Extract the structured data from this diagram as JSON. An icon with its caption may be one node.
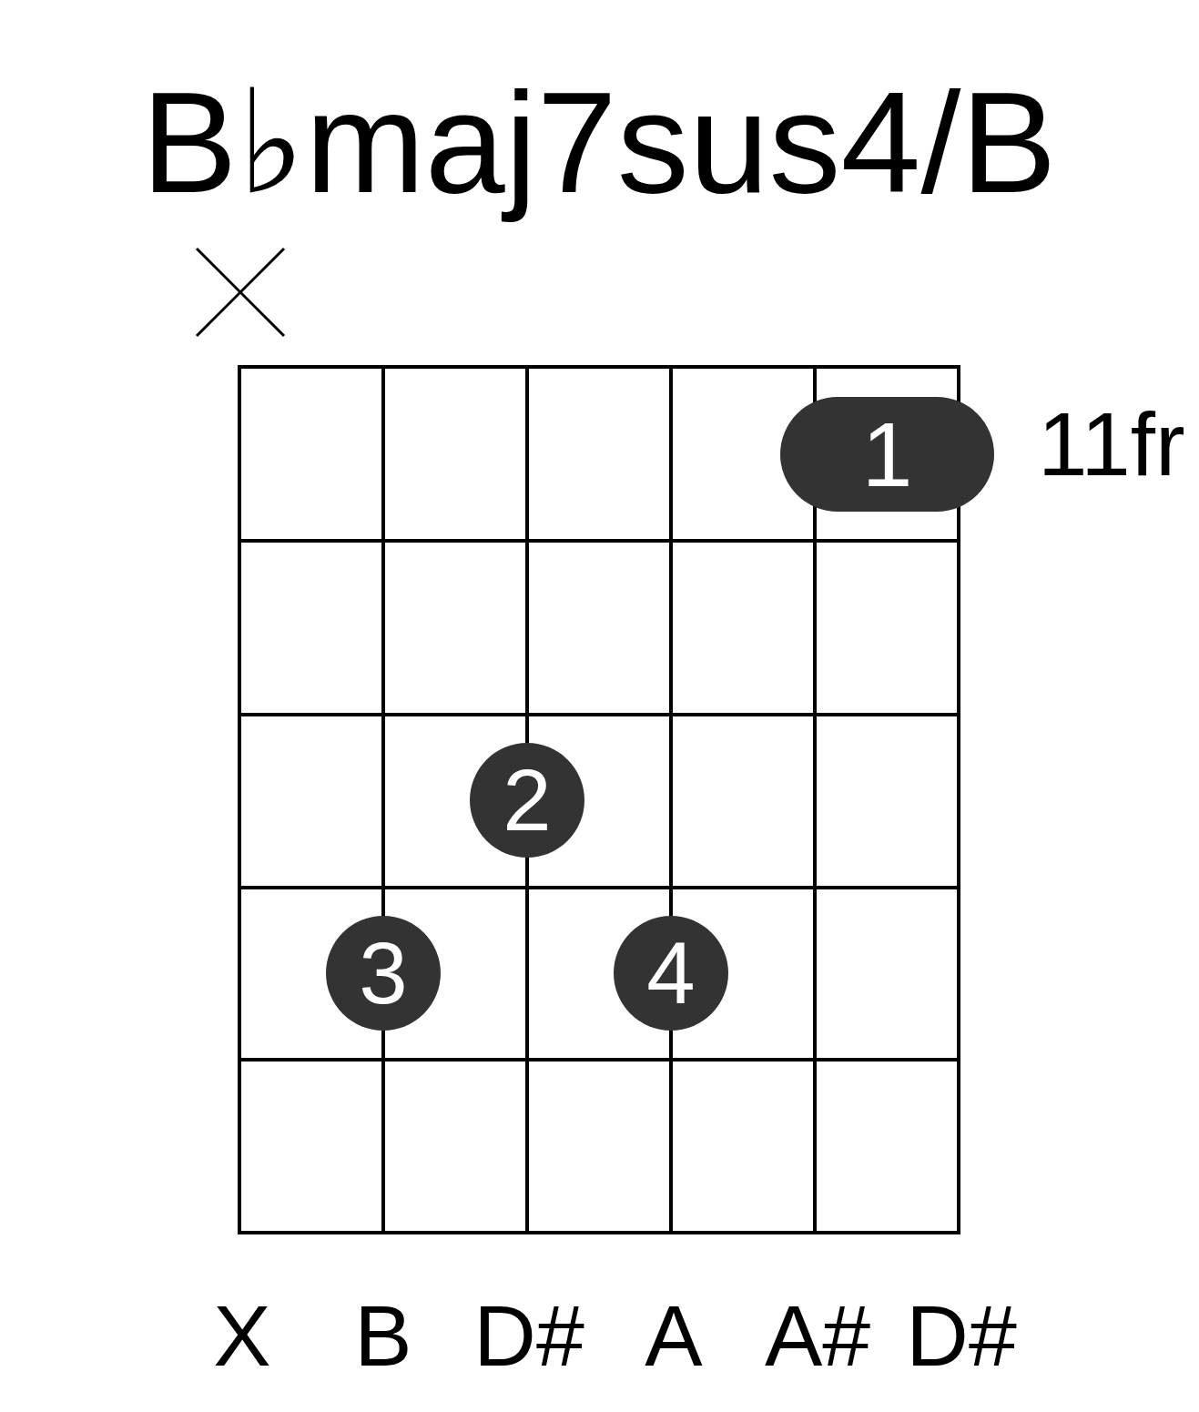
{
  "diagram": {
    "title": "B♭maj7sus4/B",
    "nodes": [
      {
        "text": [
          "1"
        ]
      },
      {
        "text": [
          "2"
        ]
      },
      {
        "text": [
          "3"
        ]
      },
      {
        "text": [
          "4"
        ]
      }
    ],
    "labels": [
      "11fr",
      "X",
      "B",
      "D#",
      "A",
      "A#",
      "D#"
    ]
  }
}
